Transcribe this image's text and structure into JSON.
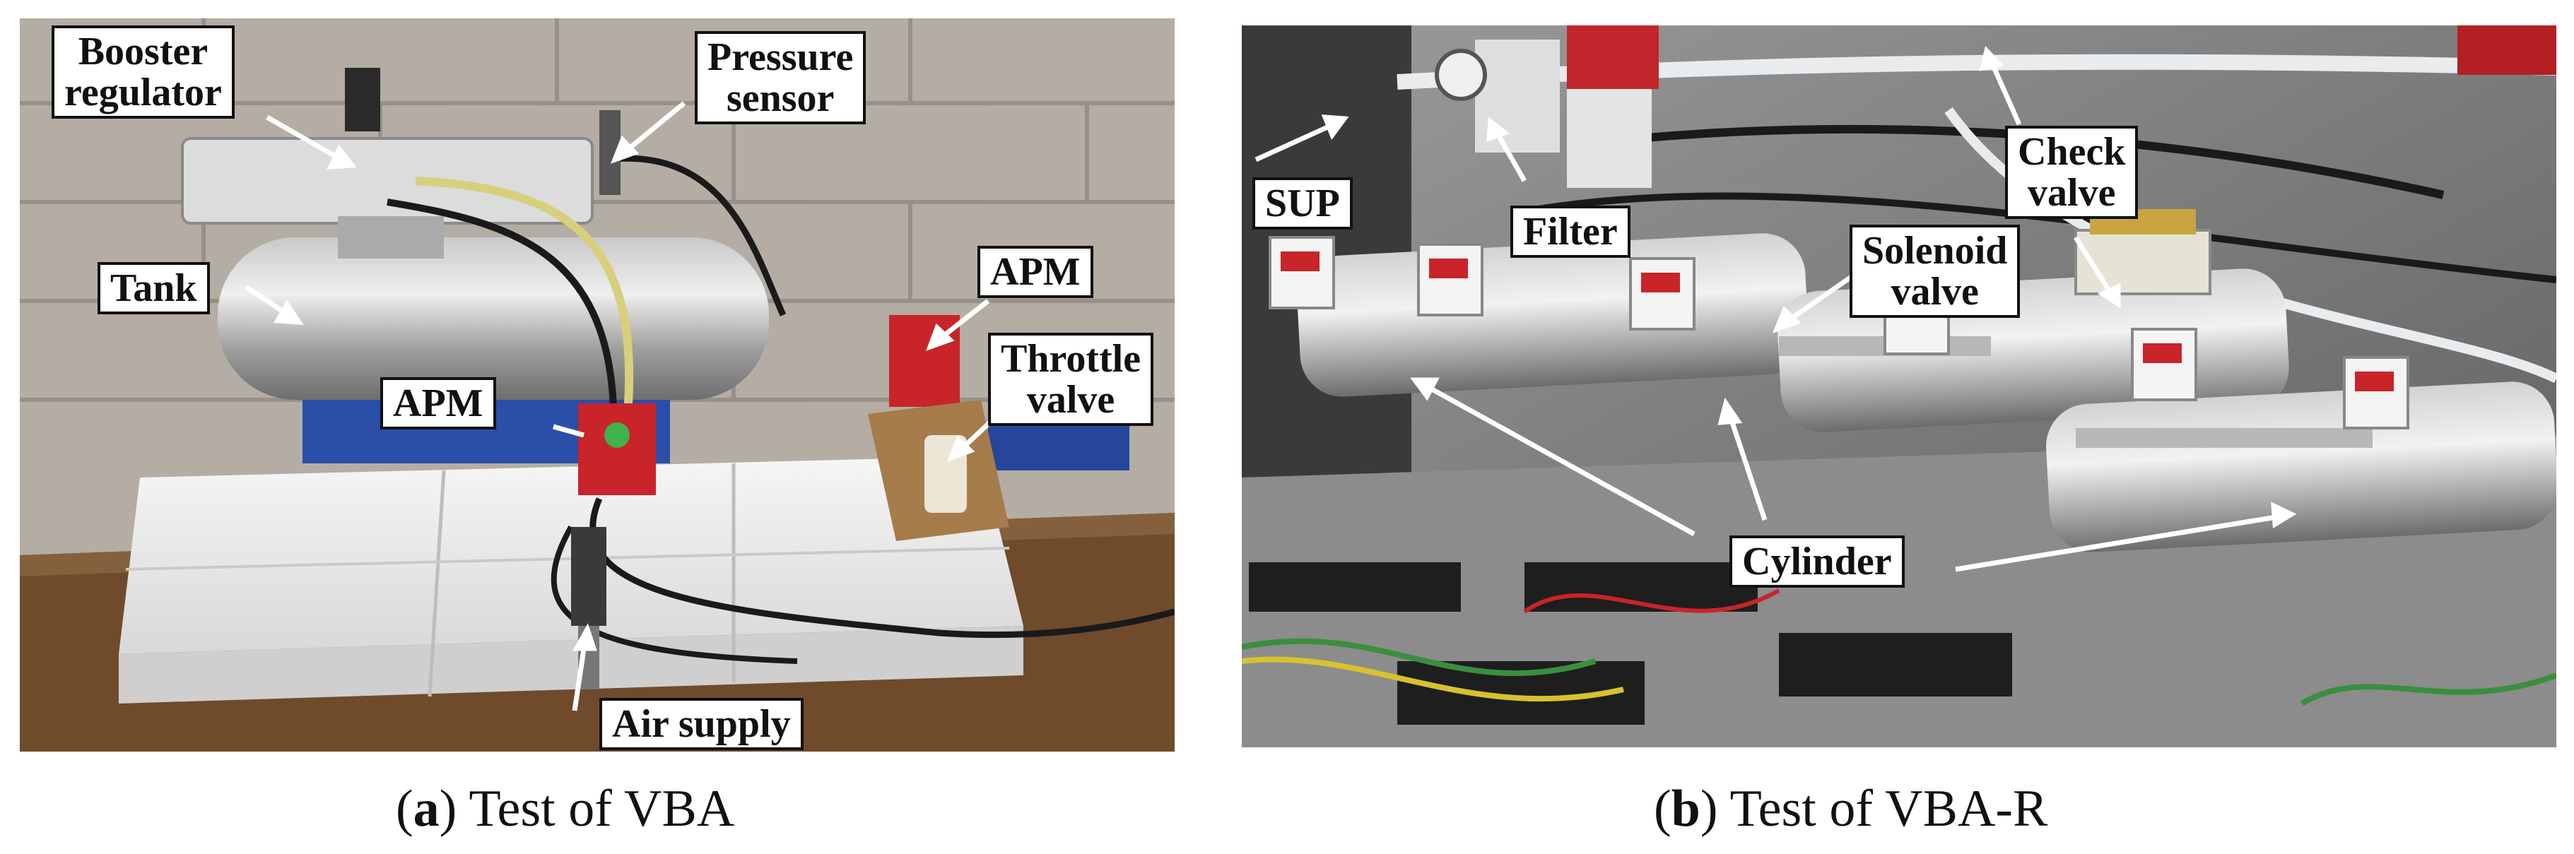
{
  "panel_a": {
    "labels": {
      "booster_regulator": "Booster\nregulator",
      "pressure_sensor": "Pressure\nsensor",
      "tank": "Tank",
      "apm_top": "APM",
      "apm_left": "APM",
      "throttle_valve": "Throttle\nvalve",
      "air_supply": "Air supply"
    },
    "caption": {
      "letter": "a",
      "open": "(",
      "close": ")",
      "text": " Test of VBA"
    }
  },
  "panel_b": {
    "labels": {
      "sup": "SUP",
      "filter": "Filter",
      "check_valve": "Check\nvalve",
      "solenoid_valve": "Solenoid\nvalve",
      "cylinder": "Cylinder"
    },
    "caption": {
      "letter": "b",
      "open": "(",
      "close": ")",
      "text": " Test of VBA-R"
    }
  },
  "colors": {
    "label_border": "#111111",
    "label_fill": "#ffffff",
    "caption_text": "#111111"
  }
}
